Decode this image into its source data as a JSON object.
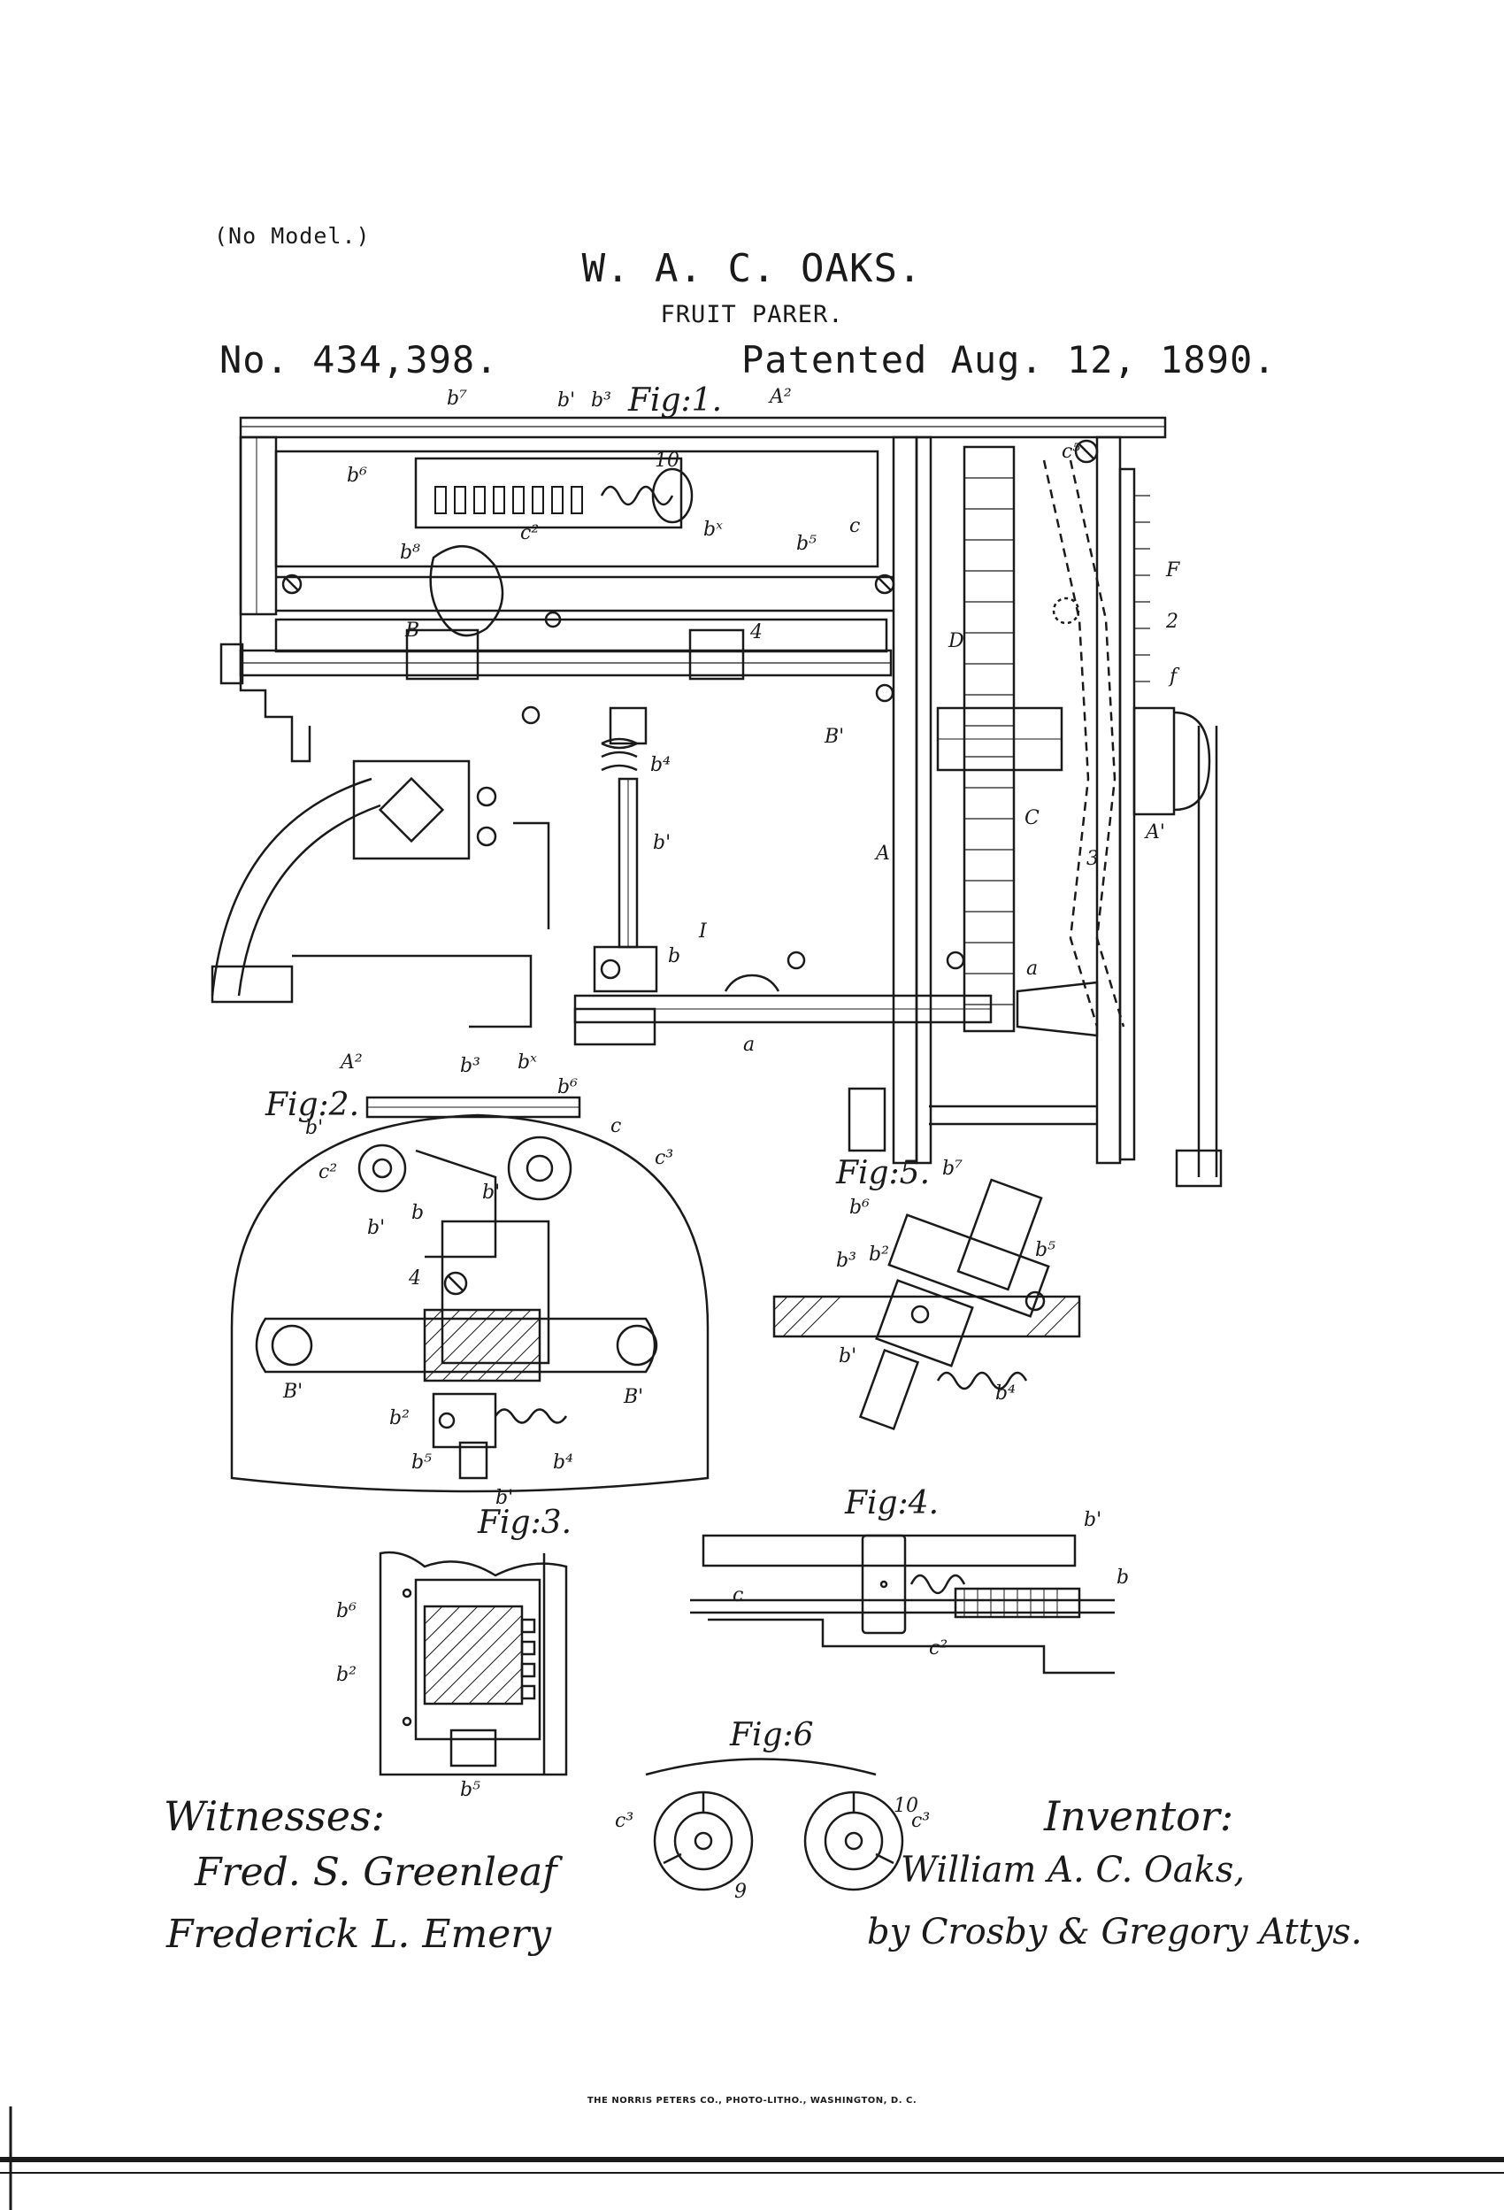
{
  "header": {
    "no_model": "(No Model.)",
    "inventor": "W. A. C. OAKS.",
    "title": "FRUIT PARER.",
    "patent_number": "No. 434,398.",
    "patent_date": "Patented Aug. 12, 1890."
  },
  "figures": {
    "fig1": "Fig:1.",
    "fig2": "Fig:2.",
    "fig3": "Fig:3.",
    "fig4": "Fig:4.",
    "fig5": "Fig:5.",
    "fig6": "Fig:6"
  },
  "part_labels": {
    "A": "A",
    "A1": "A'",
    "A2": "A²",
    "B": "B",
    "B1": "B'",
    "C": "C",
    "D": "D",
    "F": "F",
    "a": "a",
    "b": "b",
    "b1": "b'",
    "b2": "b²",
    "b3": "b³",
    "b4": "b⁴",
    "b5": "b⁵",
    "b6": "b⁶",
    "b7": "b⁷",
    "b8": "b⁸",
    "bx": "bˣ",
    "c": "c",
    "c2": "c²",
    "c3": "c³",
    "c5": "c⁵",
    "f": "f",
    "I": "I",
    "n2": "2",
    "n3": "3",
    "n4": "4",
    "n9": "9",
    "n10": "10"
  },
  "signatures": {
    "witnesses_title": "Witnesses:",
    "witness_1": "Fred. S. Greenleaf",
    "witness_2": "Frederick L. Emery",
    "inventor_title": "Inventor:",
    "inventor_signature": "William A. C. Oaks,",
    "attorney_signature": "by Crosby & Gregory Attys."
  },
  "printer": "THE NORRIS PETERS CO., PHOTO-LITHO., WASHINGTON, D. C."
}
